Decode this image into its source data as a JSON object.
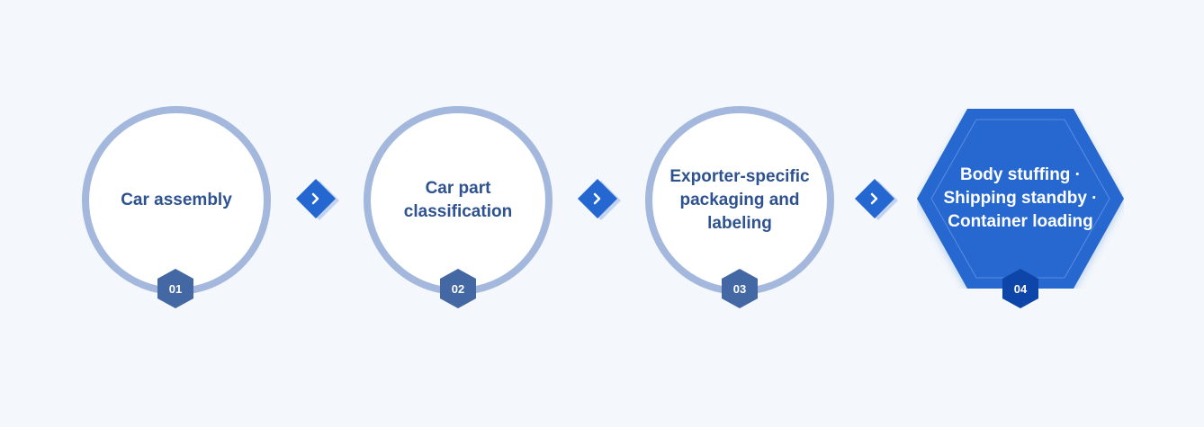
{
  "steps": [
    {
      "label": "Car assembly",
      "number": "01"
    },
    {
      "label": "Car part classification",
      "number": "02"
    },
    {
      "label": "Exporter-specific packaging and labeling",
      "number": "03"
    },
    {
      "label": "Body stuffing · Shipping standby · Container loading",
      "number": "04"
    }
  ],
  "colors": {
    "background": "#f4f7fb",
    "ring": "#a3b8dc",
    "text": "#2e5290",
    "badge": "#4368a3",
    "accent": "#2567d0",
    "accent_dark": "#0e45a8"
  },
  "icons": {
    "arrow": "chevron-right-icon"
  }
}
